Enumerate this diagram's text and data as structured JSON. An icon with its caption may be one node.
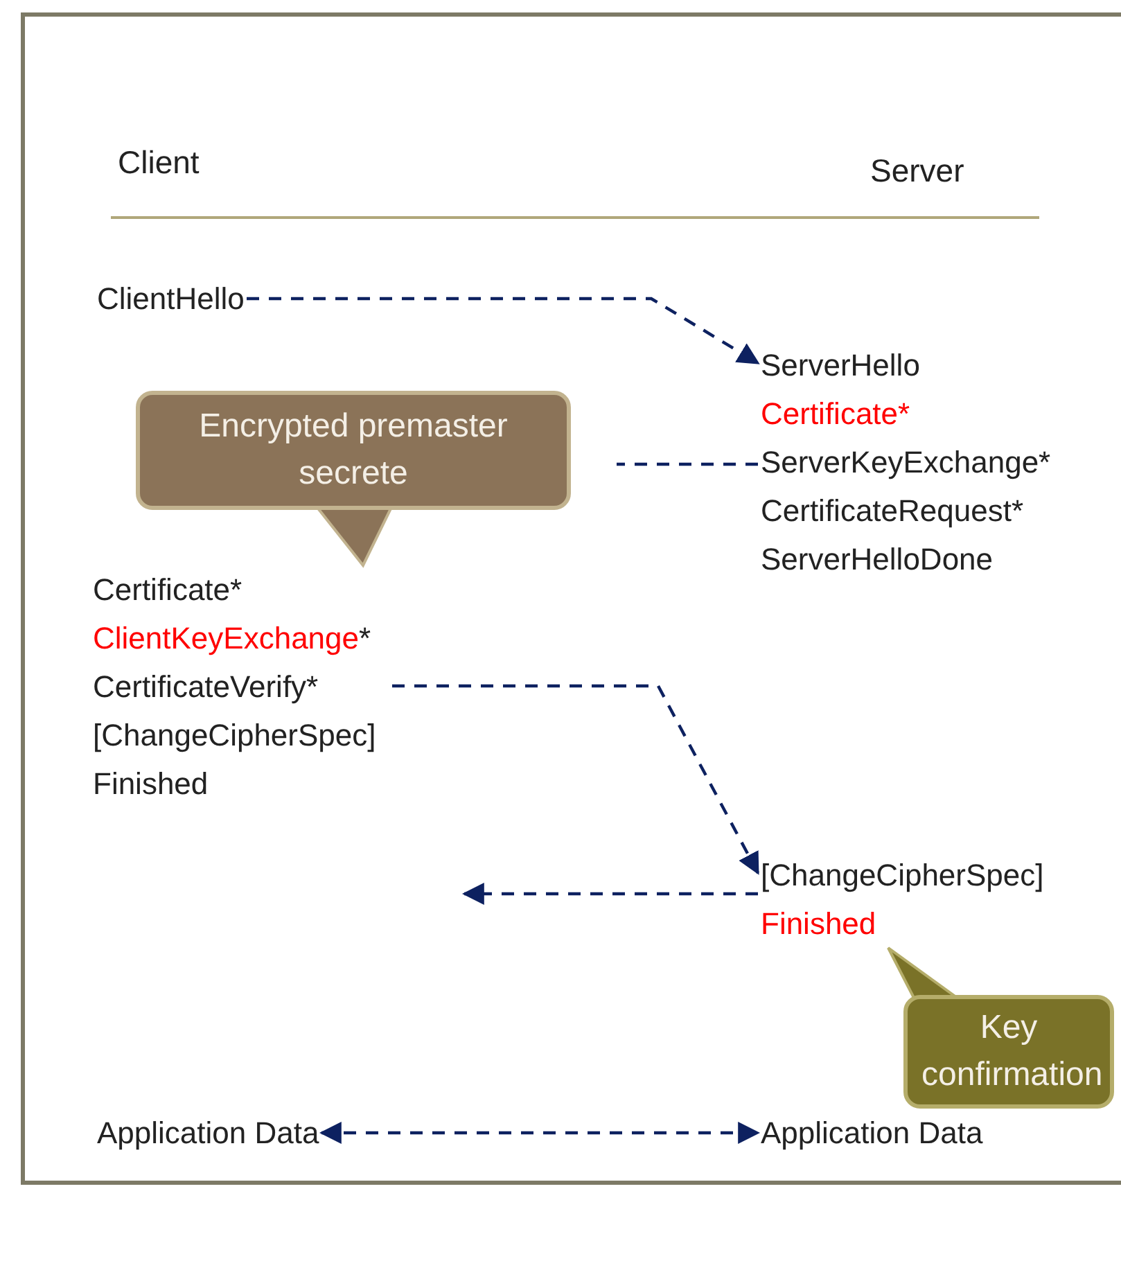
{
  "diagram": {
    "nodes": [
      {
        "text": [
          "ClientHello"
        ]
      },
      {
        "text": [
          "ServerHello",
          "Certificate*",
          "ServerKeyExchange*",
          "CertificateRequest*",
          "ServerHelloDone"
        ]
      },
      {
        "text": [
          "Encrypted premaster secrete"
        ]
      },
      {
        "text": [
          "Certificate*",
          "ClientKeyExchange*",
          "CertificateVerify*",
          "[ChangeCipherSpec]",
          "Finished"
        ]
      },
      {
        "text": [
          "[ChangeCipherSpec]",
          "Finished"
        ]
      },
      {
        "text": [
          "Application Data"
        ]
      },
      {
        "text": [
          "Application Data"
        ]
      },
      {
        "text": [
          "Key confirmation"
        ]
      }
    ],
    "edges": [
      {
        "from": 0,
        "to": 1,
        "arrow": "to",
        "style": "dashed"
      },
      {
        "from": 1,
        "to": null,
        "arrow": "none",
        "style": "dashed"
      },
      {
        "from": 3,
        "to": 4,
        "arrow": "to",
        "style": "dashed"
      },
      {
        "from": 4,
        "to": null,
        "arrow": "to",
        "style": "dashed"
      },
      {
        "from": 5,
        "to": 6,
        "arrow": "both",
        "style": "dashed"
      },
      {
        "from": 2,
        "to": 3,
        "arrow": "to"
      },
      {
        "from": 7,
        "to": 4,
        "arrow": "to"
      }
    ],
    "labels": [
      "Client",
      "Server"
    ]
  }
}
